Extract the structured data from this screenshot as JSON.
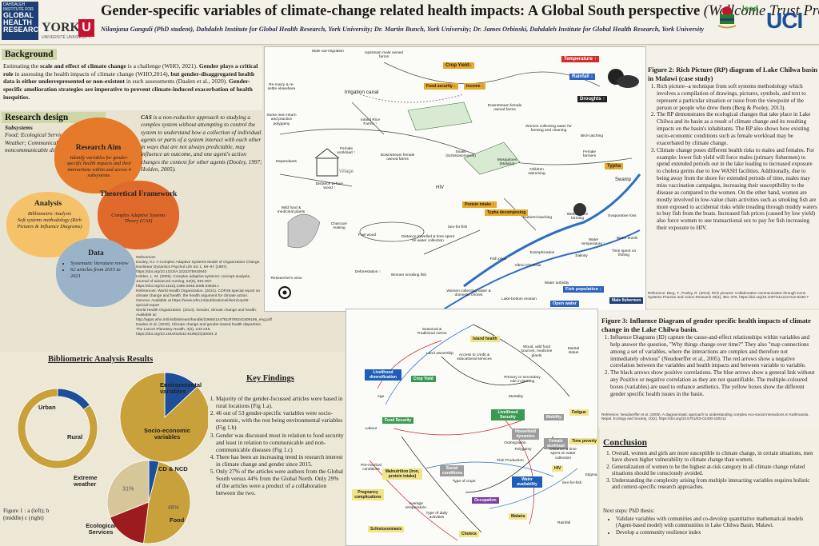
{
  "header": {
    "title": "Gender-specific variables of climate-change related health impacts: A Global South perspective",
    "title_suffix": "(Wellcome Trust Project)",
    "authors": "Nilanjana Ganguli (PhD student), Dahdaleh Institute for Global Health Research, York University; Dr. Martin Bunch, York University; Dr. James Orbinski, Dahdaleh Institute for Global Health Research, York University",
    "logo_dahdaleh_small": "DAHDALEH INSTITUTE FOR",
    "logo_dahdaleh_big": "GLOBAL HEALTH RESEARCH",
    "logo_york": "YORK",
    "logo_york_sub": "UNIVERSITÉ UNIVERSITY",
    "logo_u": "U",
    "logo_lead": "lead",
    "logo_uci": "UCI"
  },
  "background": {
    "heading": "Background",
    "p1a": "Estimating the ",
    "p1b": "scale and effect of climate change",
    "p1c": " is a challenge (WHO, 2021). ",
    "p1d": "Gender plays a critical role",
    "p1e": " in assessing the health impacts of climate change (WHO,2014), ",
    "p1f": "but gender-disaggregated health data is either underrepresented or non-existent",
    "p1g": " in such assessments (Daalen et al., 2020).  ",
    "p1h": "Gender-specific amelioration strategies are imperative to prevent climate-induced exacerbation of health inequities."
  },
  "research_design": {
    "heading": "Research design",
    "subsystems_title": "Subsystems",
    "subsystems": "Food; Ecological Services; Extreme Weather; Communicable (CD) & noncommunicable diseases (NCD)",
    "aim_title": "Research Aim",
    "aim_text": "Identify variables for gender-specific health impacts and their interactions within and across 4 subsystems.",
    "analysis_title": "Analysis",
    "analysis_items": [
      "Bibliometric Analysis",
      "Soft systems methodology (Rich Pictures & Influence Diagrams)"
    ],
    "theory_title": "Theoretical Framework",
    "theory_text": "Complex Adaptive Systems Theory  (CAS)",
    "data_title": "Data",
    "data_items": [
      "Systematic literature review",
      "62  articles from 2015 to 2021"
    ],
    "cas_bold": "CAS",
    "cas_text": " is a non-reductive approach to studying a complex system without attempting to control the system to understand how a collection of individual agents or parts of a system interact with each other in ways that are not always predictable, may influence an outcome, and one agent's action changes the context for other agents (Dooley, 1997; Holden, 2005).",
    "refs_title": "References",
    "refs": [
      "Dooley, KJ. A Complex Adaptive Systems Model of Organization Change. Nonlinear Dynamics Psychol Life Sci 1, 69–97 (1997). https://doi.org/10.1023/A:1022375910940",
      "Holden, L. M. (2005). Complex adaptive systems: concept analysis. Journal of advanced nursing, 52(6), 651-657. https://doi.org/10.1111/j.1365-2648.2005.03638.x",
      "References: World Health Organization. (2021). COP26 special report on climate change and health: the health argument for climate action. Geneva. Available at https://www.who.int/publications/i/item/cop26-special-report",
      "World Health Organization. (2014). Gender, climate change and health. Available at: http://apps.who.int/iris/bitstream/handle/10665/144781/9789241508186_eng.pdf",
      "Daalen et al. (2020). Climate change and gender-based health disparities. The Lancet Planetary Health, 4(2), e44-e45. https://doi.org/10.1016/S2542-5196(20)30001-2"
    ]
  },
  "bibliometric": {
    "heading": "Bibliometric Analysis Results",
    "labels_a": [
      "Urban",
      "Rural"
    ],
    "labels_b": [
      "Environmental variables",
      "Socio-economic variables"
    ],
    "labels_c": [
      "CD & NCD",
      "Extreme weather",
      "Ecological Services",
      "Food"
    ],
    "caption": "Figure 1 : a (left); b (middle) c (right)"
  },
  "chart_data": [
    {
      "type": "pie",
      "categories": [
        "Urban",
        "Rural"
      ],
      "values": [
        15,
        85
      ],
      "title": "",
      "xlabel": "",
      "ylabel": "",
      "colors": [
        "#1f4e98",
        "#c9a13a"
      ]
    },
    {
      "type": "pie",
      "categories": [
        "Environmental variables",
        "Socio-economic variables"
      ],
      "values": [
        13,
        87
      ],
      "title": "",
      "xlabel": "",
      "ylabel": "",
      "colors": [
        "#1f4e98",
        "#c9a13a"
      ]
    },
    {
      "type": "pie",
      "categories": [
        "CD & NCD",
        "Food",
        "Ecological Services",
        "Extreme weather"
      ],
      "values": [
        4,
        48,
        17,
        31
      ],
      "data_labels": [
        "",
        "48%",
        "",
        "31%"
      ],
      "title": "",
      "xlabel": "",
      "ylabel": "",
      "colors": [
        "#1f4e98",
        "#c9a13a",
        "#9b1b1f",
        "#d6c69a"
      ]
    }
  ],
  "key_findings": {
    "heading": "Key Findings",
    "items": [
      "Majority of the gender-focussed articles were based in rural locations (Fig 1.a).",
      "46 out of 53 gender-specific variables were socio-economic, with the rest being environmental variables (Fig 1.b)",
      "Gender was discussed most in relation to food security and least in relation to communicable and non-communicable diseases (Fig 1.c)",
      "There has been an increasing trend in research interest in climate change and gender since 2015.",
      " Only 27% of the articles were  authors from the Global South versus 44% from the Global North. Only 29% of the articles were a product of a collaboration between the two."
    ]
  },
  "rich_picture": {
    "labels": {
      "outmigration": "Male out-migration",
      "upstream": "Upstream male owned farms",
      "crop_yield": "Crop Yield↓",
      "temperature": "Temperature ↑",
      "rainfall": "Rainfall ↓",
      "droughts": "Droughts ↑",
      "food_security": "Food security ↓",
      "income": "Income ↓",
      "irrigation": "Irrigation canal",
      "inland_rice": "Inland Rice Farms ↑",
      "downstream_f": "Downstream female owned farms",
      "women_water": "Women collecting water for farming and cleaning",
      "bird": "Bird-catching",
      "female_farmers": "Female farmers",
      "typha": "Typha",
      "swamp": "Swamp",
      "dependants": "Dependants",
      "village": "Village",
      "female_workload": "Female workload ↑",
      "downstream_o": "Downstream female owned farms",
      "snails": "Snails (Schistosomiasis)",
      "mosquitoes": "Mosquitoes (Malaria)",
      "children": "Children swimming",
      "hiv": "HIV",
      "wild_food": "Wild food & medicinal plants",
      "distance_wood": "Distance to fuel-wood ↑",
      "charcoal": "Charcoal-making",
      "fuel_wood": "Fuel wood",
      "deforestation": "Deforestation ↑",
      "protein": "Protein intake ↓",
      "typha_decomp": "Typha decomposing",
      "nutrient": "Nutrient leaching",
      "wetland": "Wetland rice farming",
      "evap": "Evaporative loss",
      "water_levels": "Water levels",
      "sex_fish": "Sex-for-fish",
      "distance_water": "Distance travelled & time spent on water collection",
      "women_smoking": "Women smoking fish",
      "fish_price": "Fish price",
      "eutroph": "Eutrophication",
      "water_temp": "Water temperature ↑",
      "salinity": "Salinity",
      "vibrio": "Vibrio Cholerae",
      "water_turbidity": "Water turbidity",
      "fish_pop": "Fish population ↓",
      "lake_erosion": "Lake-bottom erosion",
      "open_water": "Open water",
      "male_fishermen": "Male fishermen",
      "time_fishing": "Time spent on fishing",
      "researcher": "Researcher's view",
      "women_collect": "Women collecting water & domestic chores",
      "reinvest": "Re-marry & re-settle elsewhere",
      "remit": "Some men return and practice polygamy"
    }
  },
  "influence_diagram": {
    "labels": {
      "n1": "Island health",
      "n2": "Seasonal & Traditional norms",
      "n3": "Land ownership",
      "n4": "Livelihood diversification",
      "n5": "Crop Yield",
      "n6": "Food Security",
      "n7": "Livelihood Security",
      "n8": "Mobility",
      "n9": "Fatigue",
      "n10": "Time poverty",
      "n11": "Female workload",
      "n12": "Household dynamics",
      "n13": "Social conditions",
      "n14": "Water availability",
      "n15": "Occupation",
      "n16": "Malnutrition (Iron, protein intake)",
      "n17": "HIV",
      "n18": "Pregnancy complications",
      "n19": "Schistosomiasis",
      "n20": "Cholera",
      "n21": "Malaria",
      "n22": "Average temperature",
      "n23": "Fish Production",
      "n24": "Rainfall",
      "n25": "Access to credit & educational services",
      "n26": "Wood, wild food sources, medicine plants",
      "n27": "Primary or secondary role in farming",
      "n28": "Type of crops",
      "n29": "Type of daily activities",
      "n30": "Distance & time spent on water collection",
      "n31": "Pre-medical conditions",
      "n32": "Age",
      "n33": "Mortality",
      "n34": "Outmigration",
      "n35": "Polygamy",
      "n36": "Marital status",
      "n37": "Labour",
      "n38": "Sex-for-fish",
      "n39": "Stigma"
    }
  },
  "figure2": {
    "title": "Figure 2: Rich Picture (RP) diagram of Lake Chilwa basin in Malawi  (case study)",
    "items": [
      "Rich picture--a technique from soft systems methodology which involves a compilation of drawings, pictures, symbols, and text to represent a particular situation or issue from the viewpoint of the person or people who drew them  (Berg & Pooley, 2013).",
      "The RP demonstrates the ecological changes that take place in Lake Chilwa and its basin as a result of climate change and its resulting impacts on the basin's inhabitants. The RP also shows how existing socio-economic conditions such as female workload may be exacerbated by climate change.",
      "Climate change poses different health risks to males and females. For example: lower fish yield will force males (primary fishermen) to spend extended periods out in the lake leading to increased exposure to cholera germs due to low WASH facilities. Additionally, due to being away from the shore for extended periods of time, males may miss vaccination campaigns, increasing their susceptibility to the disease as compared to the women. On the other hand, women are mostly involved in low-value chain activities such as smoking fish are more exposed to accidental risks while treading through muddy waters to buy fish from the boats. Increased fish prices (caused by low yield) also force women to use transactional sex  to pay for fish increasing their exposure to HIV."
    ],
    "ref": "Reference: Berg, T., Pooley, R. (2013). Rich pictures: Collaborative communication through icons. Systems Practice and Action Research 26(4), 361–376. https://doi.org/10.1007/s11213-012-9238-7"
  },
  "figure3": {
    "title": "Figure 3: Influence Diagram of gender specific health impacts of climate change in the Lake Chilwa basin.",
    "items": [
      "Influence Diagrams (ID) capture the cause-and-effect relationships within variables and help answer the question, \"Why things change over time?\" They also \"map connections among a set of variables, where the interactions are complex and therefore not immediately obvious\" (Neudoerffer et al., 2005). The red arrows show a negative correlation between the variables and health impacts and between variable to variable.",
      "The black arrows show positive correlations. The blue arrows show a general link without any  Positive or negative correlation as they are not quantifiable. The multiple-coloured boxes (variables) are used to enhance aesthetics. The yellow boxes show the different gender specific health issues in the basin."
    ],
    "ref": "Reference: Neudoerffer et al. (2005). A diagrammatic approach to understanding complex eco-social interactions in Kathmandu, Nepal. Ecology and Society, 10(2). https://doi.org/10.5751/ES-01400-100212"
  },
  "conclusion": {
    "heading": "Conclusion",
    "items": [
      "Overall, women and girls are more susceptible to climate change, in certain situations, men have shown higher vulnerability to climate change than women.",
      "Generalization of women to be the highest at-risk category in all climate change related situations should be consciously avoided.",
      "Understanding the complexity arising from multiple interacting variables requires holistic and context-specific research approaches."
    ],
    "next_steps_title": "Next steps: PhD thesis:",
    "next_steps": [
      "Validate variables with comunities and co-devolop quantitative mathematical models (Agent-based model) with communities in Lake Chilwa Basin, Malawi.",
      "Develop a  community resilience index"
    ]
  }
}
